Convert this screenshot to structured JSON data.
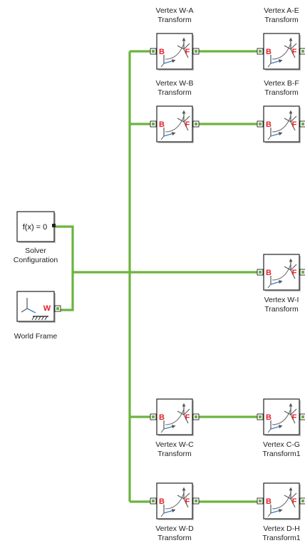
{
  "diagram": {
    "connection_color": "#6cb33f",
    "port_label_color": "#e8202a",
    "blocks": {
      "t_we_a": {
        "title1": "Vertex W-A",
        "title2": "Transform",
        "port_b": "B",
        "port_f": "F"
      },
      "t_ae": {
        "title1": "Vertex A-E",
        "title2": "Transform",
        "port_b": "B",
        "port_f": "F"
      },
      "t_wb": {
        "title1": "Vertex W-B",
        "title2": "Transform",
        "port_b": "B",
        "port_f": "F"
      },
      "t_bf": {
        "title1": "Vertex B-F",
        "title2": "Transform",
        "port_b": "B",
        "port_f": "F"
      },
      "t_wi": {
        "title1": "Vertex W-I",
        "title2": "Transform",
        "port_b": "B",
        "port_f": "F"
      },
      "t_wc": {
        "title1": "Vertex W-C",
        "title2": "Transform",
        "port_b": "B",
        "port_f": "F"
      },
      "t_cg": {
        "title1": "Vertex C-G",
        "title2": "Transform1",
        "port_b": "B",
        "port_f": "F"
      },
      "t_wd": {
        "title1": "Vertex W-D",
        "title2": "Transform",
        "port_b": "B",
        "port_f": "F"
      },
      "t_dh": {
        "title1": "Vertex D-H",
        "title2": "Transform1",
        "port_b": "B",
        "port_f": "F"
      },
      "solver": {
        "expr": "f(x) = 0",
        "title1": "Solver",
        "title2": "Configuration"
      },
      "world": {
        "port_w": "W",
        "title1": "World Frame"
      }
    }
  }
}
